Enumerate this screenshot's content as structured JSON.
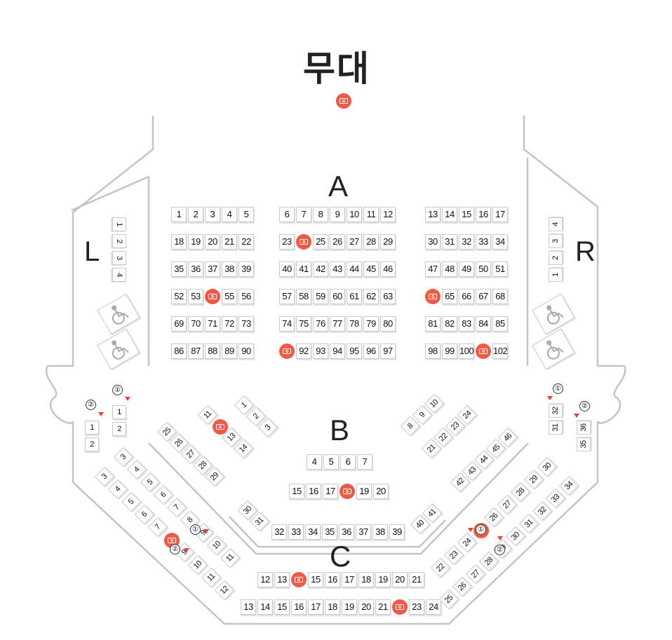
{
  "stage_label": "무대",
  "sections": {
    "A": "A",
    "B": "B",
    "C": "C",
    "L": "L",
    "R": "R"
  },
  "zone_markers": [
    "①",
    "②"
  ],
  "icons": {
    "camera": "camera-icon",
    "wheelchair": "wheelchair-icon"
  },
  "colors": {
    "accent": "#ef5a45",
    "marker": "#e8413a",
    "seat_border": "#c9c9c9",
    "wall": "#c4c4c4"
  },
  "camera_seats": [
    "A24",
    "A54",
    "A64",
    "A91",
    "A101",
    "B18",
    "B-left-12",
    "B-right-25",
    "C-left-8",
    "C14",
    "C22"
  ],
  "section_A": {
    "left": [
      [
        "1",
        "2",
        "3",
        "4",
        "5"
      ],
      [
        "18",
        "19",
        "20",
        "21",
        "22"
      ],
      [
        "35",
        "36",
        "37",
        "38",
        "39"
      ],
      [
        "52",
        "53",
        "54",
        "55",
        "56"
      ],
      [
        "69",
        "70",
        "71",
        "72",
        "73"
      ],
      [
        "86",
        "87",
        "88",
        "89",
        "90"
      ]
    ],
    "center": [
      [
        "6",
        "7",
        "8",
        "9",
        "10",
        "11",
        "12"
      ],
      [
        "23",
        "24",
        "25",
        "26",
        "27",
        "28",
        "29"
      ],
      [
        "40",
        "41",
        "42",
        "43",
        "44",
        "45",
        "46"
      ],
      [
        "57",
        "58",
        "59",
        "60",
        "61",
        "62",
        "63"
      ],
      [
        "74",
        "75",
        "76",
        "77",
        "78",
        "79",
        "80"
      ],
      [
        "91",
        "92",
        "93",
        "94",
        "95",
        "96",
        "97"
      ]
    ],
    "right": [
      [
        "13",
        "14",
        "15",
        "16",
        "17"
      ],
      [
        "30",
        "31",
        "32",
        "33",
        "34"
      ],
      [
        "47",
        "48",
        "49",
        "50",
        "51"
      ],
      [
        "64",
        "65",
        "66",
        "67",
        "68"
      ],
      [
        "81",
        "82",
        "83",
        "84",
        "85"
      ],
      [
        "98",
        "99",
        "100",
        "101",
        "102"
      ]
    ]
  },
  "section_L": [
    "1",
    "2",
    "3",
    "4"
  ],
  "section_R": [
    "4",
    "3",
    "2",
    "1"
  ],
  "side_left": {
    "col1": [
      "1",
      "1"
    ],
    "col2": [
      "1",
      "2"
    ],
    "row3": [
      "2"
    ]
  },
  "side_right": {
    "col1": [
      "32",
      "31"
    ],
    "col2": [
      "36",
      "35"
    ]
  },
  "section_B": {
    "row1": [
      "4",
      "5",
      "6",
      "7"
    ],
    "row2": [
      "15",
      "16",
      "17",
      "18",
      "19",
      "20"
    ],
    "left_upper": [
      "11",
      "12",
      "13",
      "14"
    ],
    "left_upper_back": [
      "1",
      "2",
      "3"
    ],
    "left_lower": [
      "25",
      "26",
      "27",
      "28",
      "29"
    ],
    "right_upper": [
      "21",
      "22",
      "23",
      "24"
    ],
    "right_upper_back": [
      "8",
      "9",
      "10"
    ],
    "right_lower": [
      "42",
      "43",
      "44",
      "45",
      "46"
    ],
    "curve_left": [
      "30",
      "31"
    ],
    "curve_bottom": [
      "32",
      "33",
      "34",
      "35",
      "36",
      "37",
      "38",
      "39"
    ],
    "curve_right": [
      "40",
      "41"
    ]
  },
  "section_C": {
    "row1": [
      "12",
      "13",
      "14",
      "15",
      "16",
      "17",
      "18",
      "19",
      "20",
      "21"
    ],
    "row2": [
      "13",
      "14",
      "15",
      "16",
      "17",
      "18",
      "19",
      "20",
      "21",
      "22",
      "23",
      "24"
    ],
    "left_a": [
      "3",
      "4",
      "5",
      "6",
      "7",
      "8",
      "9",
      "10",
      "11"
    ],
    "left_b": [
      "3",
      "4",
      "5",
      "6",
      "7",
      "8",
      "9",
      "10",
      "11",
      "12"
    ],
    "right_a": [
      "22",
      "23",
      "24",
      "25",
      "26",
      "27",
      "28",
      "29",
      "30"
    ],
    "right_b": [
      "25",
      "26",
      "27",
      "28",
      "29",
      "30",
      "31",
      "32",
      "33",
      "34"
    ]
  }
}
